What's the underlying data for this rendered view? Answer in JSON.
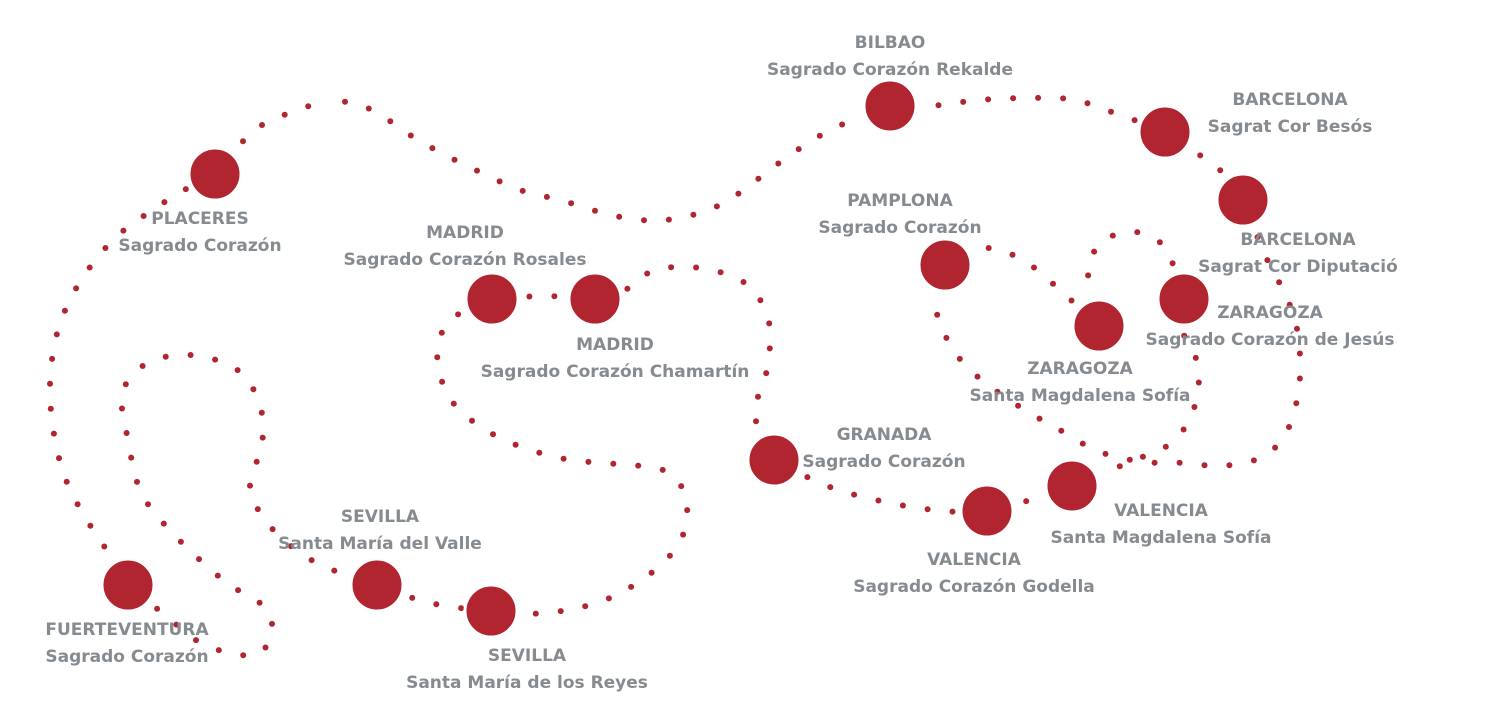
{
  "colors": {
    "accent": "#b0252f",
    "label": "#868b90",
    "background": "#ffffff"
  },
  "schools": [
    {
      "id": "bilbao",
      "city": "BILBAO",
      "school": "Sagrado Corazón Rekalde"
    },
    {
      "id": "barcelona-1",
      "city": "BARCELONA",
      "school": "Sagrat Cor Besós"
    },
    {
      "id": "barcelona-2",
      "city": "BARCELONA",
      "school": "Sagrat Cor Diputació"
    },
    {
      "id": "placeres",
      "city": "PLACERES",
      "school": "Sagrado Corazón"
    },
    {
      "id": "madrid-1",
      "city": "MADRID",
      "school": "Sagrado Corazón Rosales"
    },
    {
      "id": "madrid-2",
      "city": "MADRID",
      "school": "Sagrado Corazón Chamartín"
    },
    {
      "id": "pamplona",
      "city": "PAMPLONA",
      "school": "Sagrado Corazón"
    },
    {
      "id": "zaragoza-1",
      "city": "ZARAGOZA",
      "school": "Sagrado Corazón de Jesús"
    },
    {
      "id": "zaragoza-2",
      "city": "ZARAGOZA",
      "school": "Santa Magdalena Sofía"
    },
    {
      "id": "granada",
      "city": "GRANADA",
      "school": "Sagrado Corazón"
    },
    {
      "id": "valencia-1",
      "city": "VALENCIA",
      "school": "Santa Magdalena Sofía"
    },
    {
      "id": "valencia-2",
      "city": "VALENCIA",
      "school": "Sagrado Corazón Godella"
    },
    {
      "id": "sevilla-1",
      "city": "SEVILLA",
      "school": "Santa María del Valle"
    },
    {
      "id": "sevilla-2",
      "city": "SEVILLA",
      "school": "Santa María de los Reyes"
    },
    {
      "id": "fuerteventura",
      "city": "FUERTEVENTURA",
      "school": "Sagrado Corazón"
    }
  ]
}
